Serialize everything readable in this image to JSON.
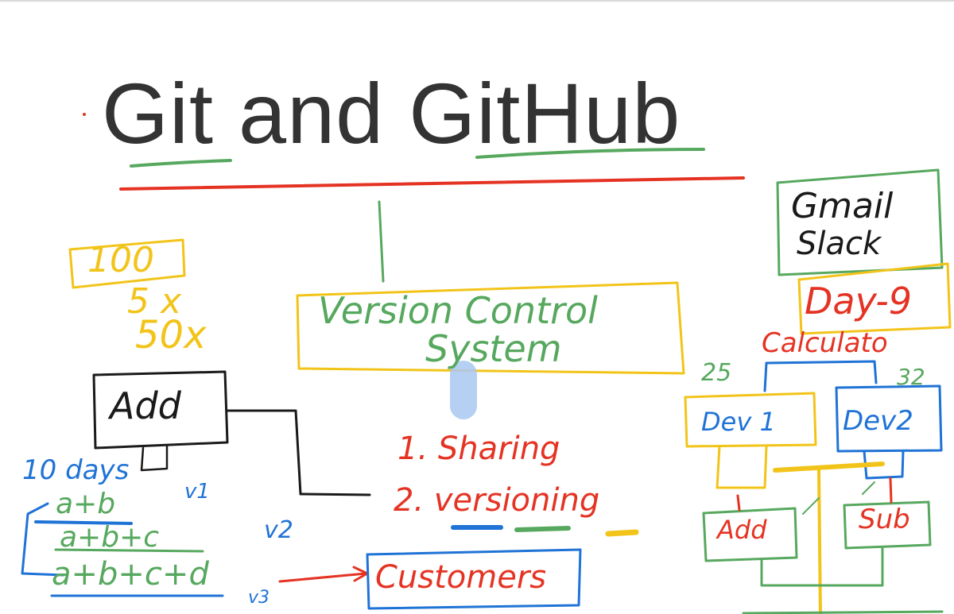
{
  "slide": {
    "title": "Git and GitHub"
  },
  "annotations": {
    "vcs_line1": "Version Control",
    "vcs_line2": "System",
    "num_100": "100",
    "num_5x": "5 x",
    "num_50x": "50x",
    "add_box": "Add",
    "ten_days": "10 days",
    "v1": "v1",
    "v2": "v2",
    "v3": "v3",
    "expr1": "a+b",
    "expr2": "a+b+c",
    "expr3": "a+b+c+d",
    "customers": "Customers",
    "sharing": "1. Sharing",
    "versioning": "2. versioning",
    "gmail": "Gmail",
    "slack": "Slack",
    "day9": "Day-9",
    "calculator": "Calculato",
    "n25": "25",
    "n32": "32",
    "dev1": "Dev 1",
    "dev2": "Dev2",
    "add2": "Add",
    "sub": "Sub"
  },
  "colors": {
    "red": "#e53323",
    "blue": "#1f73d6",
    "green": "#57a85f",
    "yellow": "#f2c41a",
    "black": "#1a1a1a",
    "title_gray": "#333333"
  }
}
